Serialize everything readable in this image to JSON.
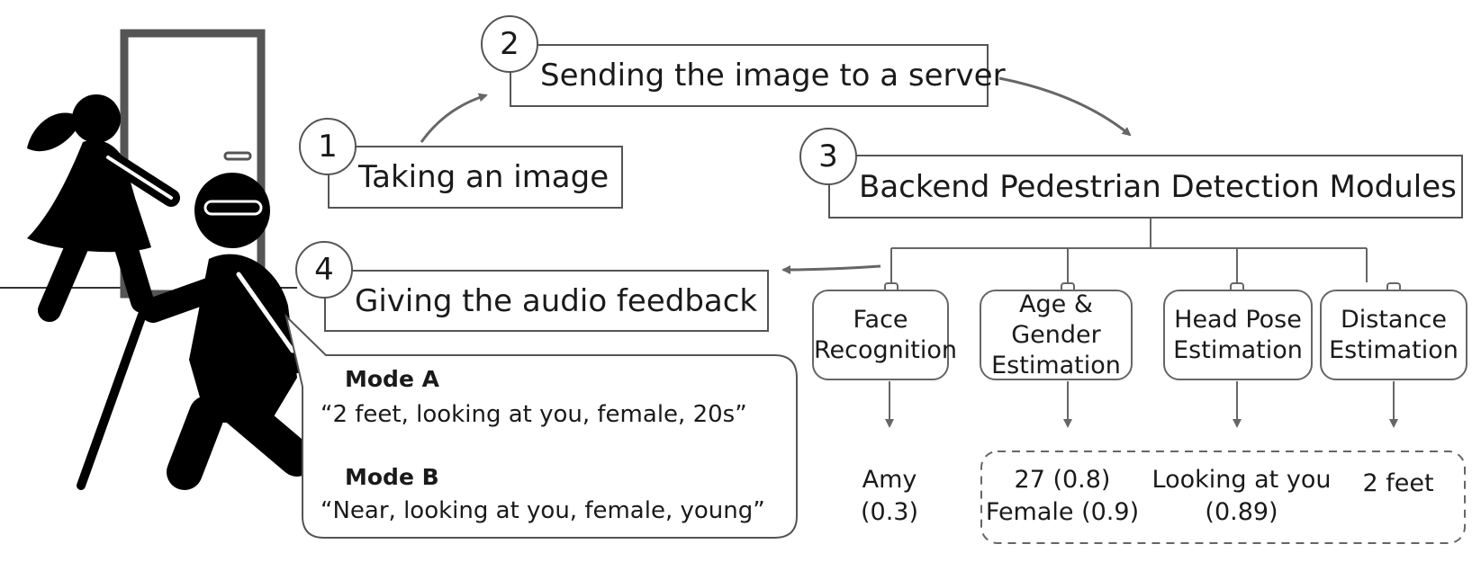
{
  "steps": [
    {
      "number": "1",
      "label": "Taking an image"
    },
    {
      "number": "2",
      "label": "Sending the image to a server"
    },
    {
      "number": "3",
      "label": "Backend Pedestrian Detection Modules"
    },
    {
      "number": "4",
      "label": "Giving the audio feedback"
    }
  ],
  "modules": [
    {
      "line1": "Face",
      "line2": "Recognition"
    },
    {
      "line1": "Age & Gender",
      "line2": "Estimation"
    },
    {
      "line1": "Head Pose",
      "line2": "Estimation"
    },
    {
      "line1": "Distance",
      "line2": "Estimation"
    }
  ],
  "outputs": {
    "face": {
      "line1": "Amy",
      "line2": "(0.3)"
    },
    "age_gender": {
      "line1": "27 (0.8)",
      "line2": "Female (0.9)"
    },
    "head_pose": {
      "line1": "Looking at you",
      "line2": "(0.89)"
    },
    "distance": {
      "line1": "2 feet"
    }
  },
  "feedback": {
    "mode_a": {
      "title": "Mode A",
      "text": "“2 feet, looking at you, female, 20s”"
    },
    "mode_b": {
      "title": "Mode B",
      "text": "“Near, looking at you, female, young”"
    }
  },
  "icons": [
    "door-icon",
    "girl-pedestrian-icon",
    "blind-user-with-cane-icon",
    "smart-glasses-icon"
  ]
}
